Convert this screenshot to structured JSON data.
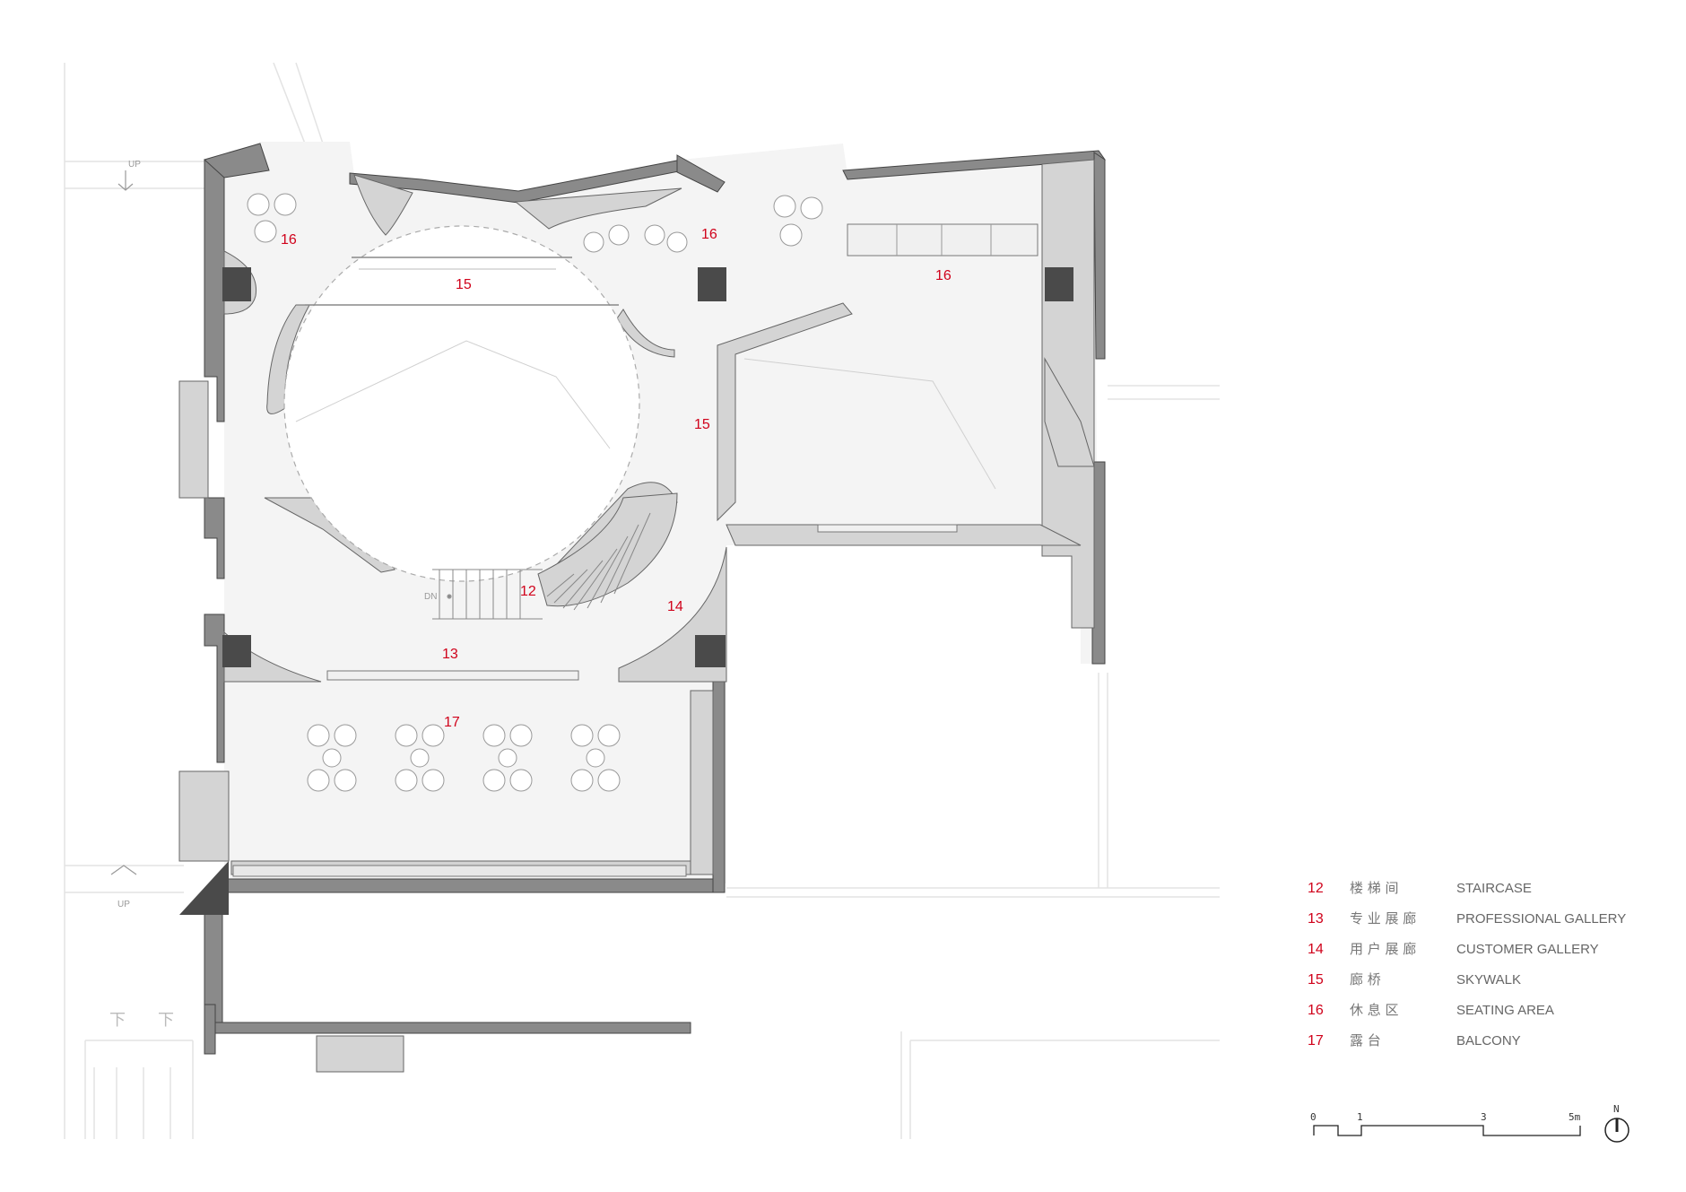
{
  "plan": {
    "room_labels": [
      {
        "id": "stair",
        "text": "12"
      },
      {
        "id": "pro-gallery",
        "text": "13"
      },
      {
        "id": "cust-gallery",
        "text": "14"
      },
      {
        "id": "skywalk-top",
        "text": "15"
      },
      {
        "id": "skywalk-mid",
        "text": "15"
      },
      {
        "id": "seat-nw",
        "text": "16"
      },
      {
        "id": "seat-n",
        "text": "16"
      },
      {
        "id": "seat-ne",
        "text": "16"
      },
      {
        "id": "balcony",
        "text": "17"
      }
    ],
    "markers": {
      "up_top": "UP",
      "up_bottom": "UP",
      "down_stair": "DN",
      "down_left": "下",
      "down_right": "下"
    }
  },
  "legend": [
    {
      "num": "12",
      "cn": "楼  梯  间",
      "en": "STAIRCASE"
    },
    {
      "num": "13",
      "cn": "专  业  展  廊",
      "en": "PROFESSIONAL GALLERY"
    },
    {
      "num": "14",
      "cn": "用  户  展  廊",
      "en": "CUSTOMER GALLERY"
    },
    {
      "num": "15",
      "cn": "廊          桥",
      "en": "SKYWALK"
    },
    {
      "num": "16",
      "cn": "休  息  区",
      "en": "SEATING AREA"
    },
    {
      "num": "17",
      "cn": "露          台",
      "en": "BALCONY"
    }
  ],
  "scale": {
    "ticks": [
      "0",
      "1",
      "3",
      "5m"
    ],
    "north": "N"
  },
  "colors": {
    "wall": "#8a8a8a",
    "wall_dark": "#555555",
    "column": "#4a4a4a",
    "floor": "#f4f4f4",
    "fill_mid": "#d2d2d2",
    "accent": "#d0021b"
  }
}
